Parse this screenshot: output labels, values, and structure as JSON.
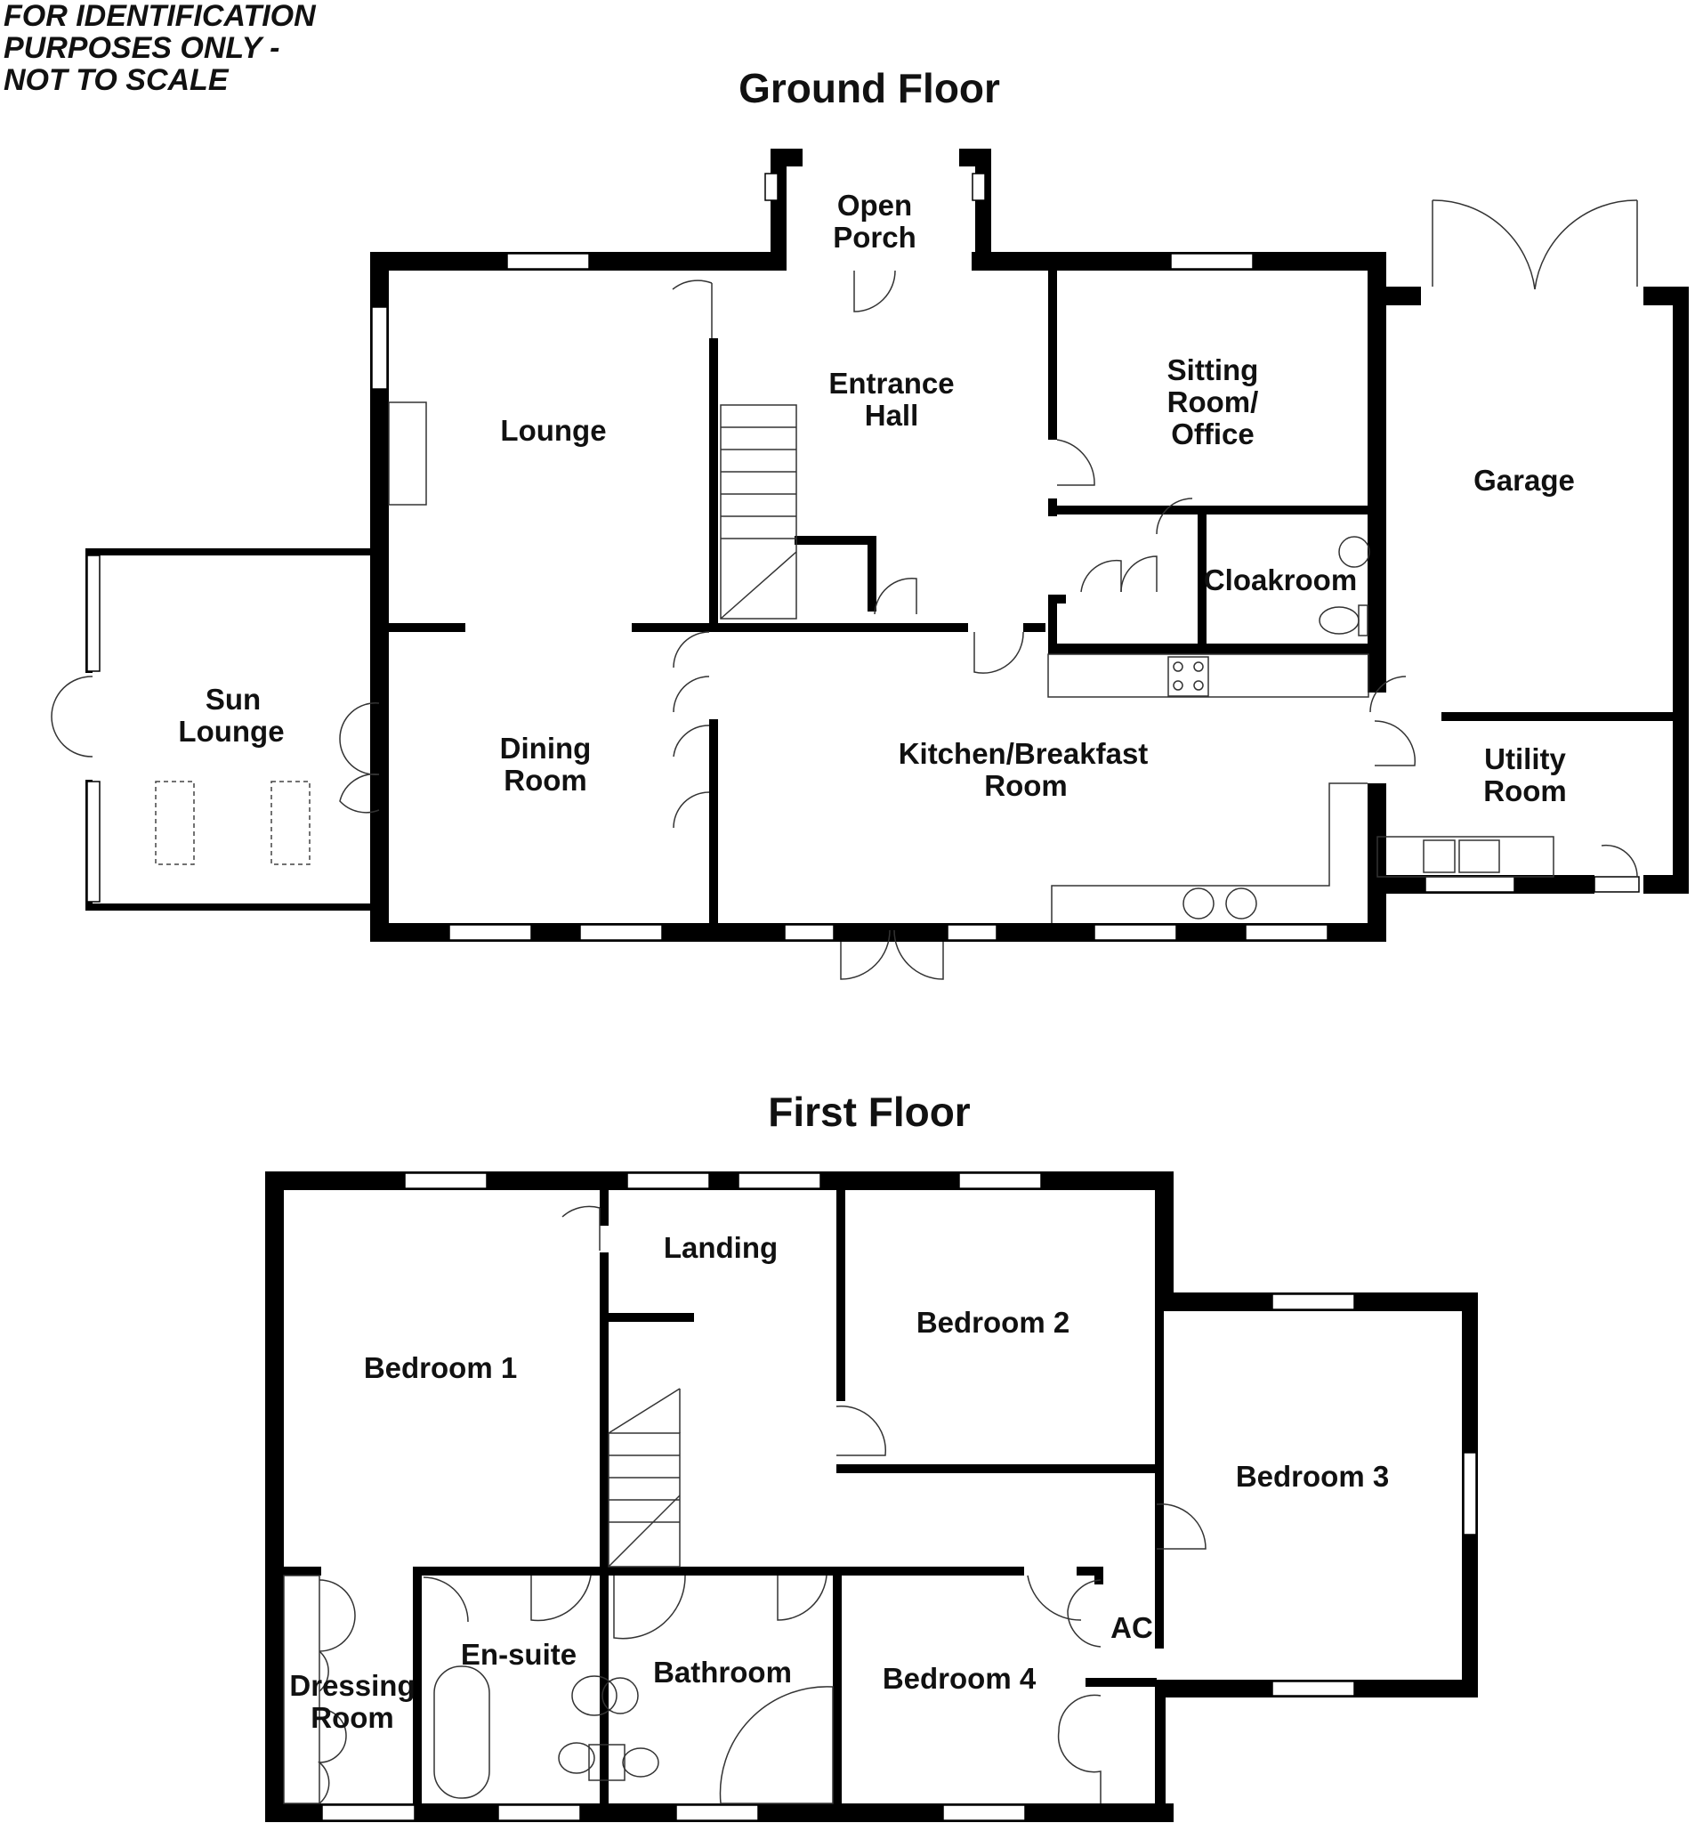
{
  "disclaimer": "FOR IDENTIFICATION\nPURPOSES ONLY -\nNOT TO SCALE",
  "floors": {
    "ground": {
      "title": "Ground Floor",
      "rooms": {
        "open_porch": [
          "Open",
          "Porch"
        ],
        "entrance_hall": [
          "Entrance",
          "Hall"
        ],
        "lounge": [
          "Lounge"
        ],
        "sitting_room": [
          "Sitting",
          "Room/",
          "Office"
        ],
        "garage": [
          "Garage"
        ],
        "cloakroom": [
          "Cloakroom"
        ],
        "sun_lounge": [
          "Sun",
          "Lounge"
        ],
        "dining_room": [
          "Dining",
          "Room"
        ],
        "kitchen": [
          "Kitchen/Breakfast",
          "Room"
        ],
        "utility": [
          "Utility",
          "Room"
        ]
      }
    },
    "first": {
      "title": "First Floor",
      "rooms": {
        "landing": [
          "Landing"
        ],
        "bedroom1": [
          "Bedroom 1"
        ],
        "bedroom2": [
          "Bedroom 2"
        ],
        "bedroom3": [
          "Bedroom 3"
        ],
        "bedroom4": [
          "Bedroom 4"
        ],
        "dressing": [
          "Dressing",
          "Room"
        ],
        "ensuite": [
          "En-suite"
        ],
        "bathroom": [
          "Bathroom"
        ],
        "ac": [
          "AC"
        ]
      }
    }
  },
  "colors": {
    "wall": "#000000",
    "fixture": "#333333",
    "background": "#ffffff"
  }
}
